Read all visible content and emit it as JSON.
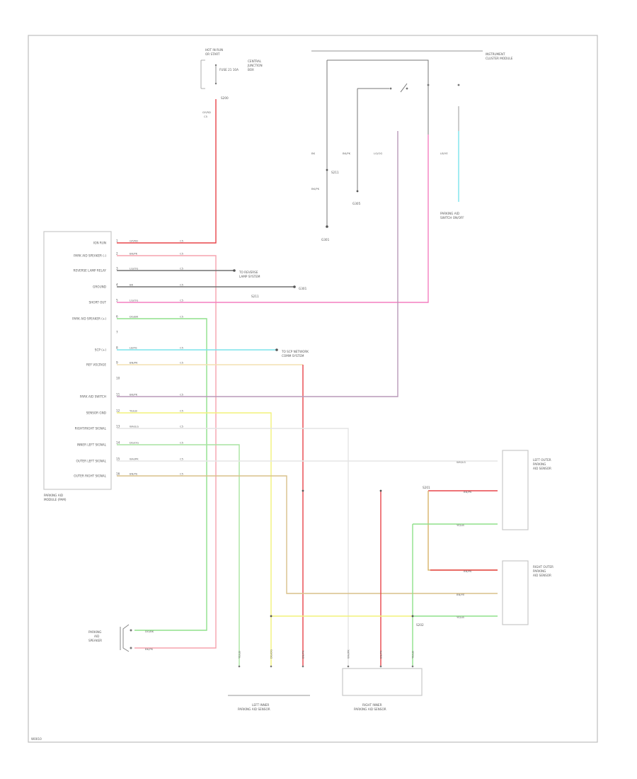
{
  "footer_code": "W0010",
  "module": {
    "name_line1": "PARKING AID",
    "name_line2": "MODULE (PAM)",
    "pins": [
      {
        "num": "1",
        "label": "IGN RUN"
      },
      {
        "num": "2",
        "label": "PARK AID SPEAKER (-)"
      },
      {
        "num": "3",
        "label": "REVERSE LAMP RELAY"
      },
      {
        "num": "4",
        "label": "GROUND"
      },
      {
        "num": "5",
        "label": "SHORT OUT"
      },
      {
        "num": "6",
        "label": "PARK AID SPEAKER (+)"
      },
      {
        "num": "7",
        "label": ""
      },
      {
        "num": "8",
        "label": "SCP (+)"
      },
      {
        "num": "9",
        "label": "REF VOLTAGE"
      },
      {
        "num": "10",
        "label": ""
      },
      {
        "num": "11",
        "label": "PARK AID SWITCH"
      },
      {
        "num": "12",
        "label": "SENSOR GND"
      },
      {
        "num": "13",
        "label": "RIGHT/RIGHT SIGNAL"
      },
      {
        "num": "14",
        "label": "INNER LEFT SIGNAL"
      },
      {
        "num": "15",
        "label": "OUTER LEFT SIGNAL"
      },
      {
        "num": "16",
        "label": "OUTER RIGHT SIGNAL"
      }
    ],
    "wires": [
      {
        "color": "GY/RD",
        "code": "C5"
      },
      {
        "color": "BK/PK",
        "code": "C5"
      },
      {
        "color": "LG/OG",
        "code": "C5"
      },
      {
        "color": "BK",
        "code": "C5"
      },
      {
        "color": "LG/OG",
        "code": "C5"
      },
      {
        "color": "DG/BK",
        "code": "C5"
      },
      {
        "color": "",
        "code": ""
      },
      {
        "color": "LB/YE",
        "code": "C5"
      },
      {
        "color": "BN/PK",
        "code": "C5"
      },
      {
        "color": "",
        "code": ""
      },
      {
        "color": "BK/PK",
        "code": "C5"
      },
      {
        "color": "YE/LB",
        "code": "C5"
      },
      {
        "color": "WH/LG",
        "code": "C5"
      },
      {
        "color": "DG/OG",
        "code": "C5"
      },
      {
        "color": "WH/PK",
        "code": "C5"
      },
      {
        "color": "BN/YE",
        "code": "C5"
      }
    ]
  },
  "top": {
    "fuse_title_line1": "HOT IN RUN",
    "fuse_title_line2": "OR START",
    "fuse_label": "FUSE 21 10A",
    "fuse_panel_line1": "CENTRAL",
    "fuse_panel_line2": "JUNCTION",
    "fuse_panel_line3": "BOX",
    "fuse_wire_color": "GY/RD",
    "fuse_wire_code": "C5",
    "fuse_splice": "S200",
    "switch_title_line1": "PARKING AID",
    "switch_title_line2": "SWITCH ON/OFF",
    "switch_wires": [
      {
        "color": "BK",
        "code": "C5"
      },
      {
        "color": "BK/PK",
        "code": "C5"
      },
      {
        "color": "BK/PK",
        "code": "C5"
      },
      {
        "color": "LG/OG",
        "code": "C5"
      },
      {
        "color": "LB/YE",
        "code": "C5"
      }
    ],
    "switch_grounds": [
      "G301",
      "G305"
    ],
    "scp_label": "S211",
    "instrument_line1": "INSTRUMENT",
    "instrument_line2": "CLUSTER MODULE"
  },
  "right_labels": {
    "reverse_line1": "TO REVERSE",
    "reverse_line2": "LAMP SYSTEM",
    "gnd_label": "G301",
    "splice_label": "S211",
    "scp_line1": "TO SCP NETWORK",
    "scp_line2": "COMM SYSTEM"
  },
  "sensors": {
    "left_outer_line1": "LEFT OUTER",
    "left_outer_line2": "PARKING",
    "left_outer_line3": "AID SENSOR",
    "right_outer_line1": "RIGHT OUTER",
    "right_outer_line2": "PARKING",
    "right_outer_line3": "AID SENSOR",
    "left_inner_line1": "LEFT INNER",
    "left_inner_line2": "PARKING AID SENSOR",
    "right_inner_line1": "RIGHT INNER",
    "right_inner_line2": "PARKING AID SENSOR",
    "speaker_line1": "PARKING",
    "speaker_line2": "AID",
    "speaker_line3": "SPEAKER",
    "speaker_wire1": "DG/BK",
    "speaker_wire2": "BK/PK",
    "lo_wire_top": "WH/LG",
    "lo_wire_mid": "BN/PK",
    "lo_wire_bot": "YE/LB",
    "ro_wire_top": "BN/PK",
    "ro_wire_mid": "BN/YE",
    "ro_wire_bot": "YE/LB",
    "splice_a": "S201",
    "splice_b": "S202",
    "vert_wires": [
      "YE/LB",
      "DG/OG",
      "BN/PK",
      "WH/PK",
      "BN/PK",
      "YE/LB"
    ]
  },
  "colors": {
    "red": "#e8454a",
    "pink": "#f47fc0",
    "cyan": "#7be3ec",
    "green": "#8fe08a",
    "yellow": "#f2f27a",
    "lightyellow": "#f3e9a6",
    "tan": "#d9b46a",
    "purple": "#b89ab8",
    "darkgray": "#707070",
    "lightgray": "#d9d9d9"
  }
}
